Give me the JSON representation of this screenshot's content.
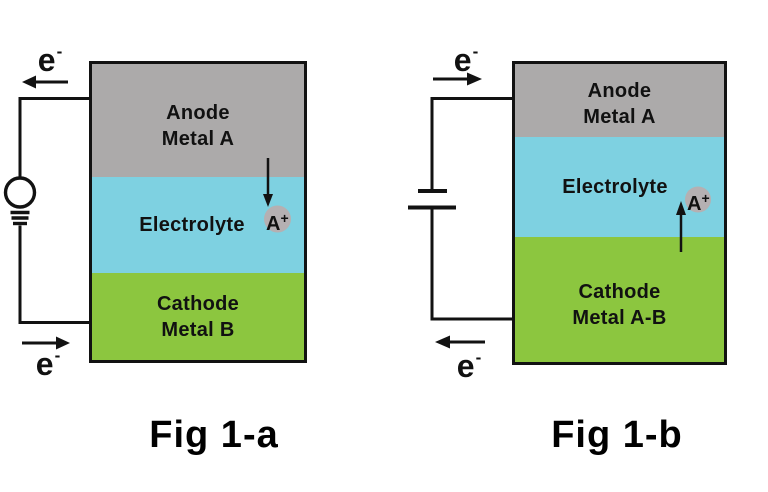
{
  "figures": {
    "fig_a": {
      "caption": "Fig 1-a",
      "anode": {
        "line1": "Anode",
        "line2": "Metal A"
      },
      "electrolyte": "Electrolyte",
      "cathode": {
        "line1": "Cathode",
        "line2": "Metal B"
      },
      "ion_flow_direction": "down",
      "electron_top_arrow_direction": "left",
      "electron_bottom_arrow_direction": "right",
      "circuit_device_icon": "light-bulb-icon"
    },
    "fig_b": {
      "caption": "Fig 1-b",
      "anode": {
        "line1": "Anode",
        "line2": "Metal A"
      },
      "electrolyte": "Electrolyte",
      "cathode": {
        "line1": "Cathode",
        "line2": "Metal A-B"
      },
      "ion_flow_direction": "up",
      "electron_top_arrow_direction": "right",
      "electron_bottom_arrow_direction": "left",
      "circuit_device_icon": "battery-icon"
    }
  },
  "labels": {
    "electron": {
      "base": "e",
      "sup": "-"
    },
    "ion": {
      "base": "A",
      "sup": "+"
    }
  },
  "colors": {
    "anode_gray": "#ACAAAA",
    "electrolyte_cyan": "#7ED1E1",
    "cathode_green": "#8CC63F",
    "ion_gray": "#B5B0B2",
    "line_black": "#121212",
    "text_black": "#111111",
    "background": "#FFFFFF"
  }
}
